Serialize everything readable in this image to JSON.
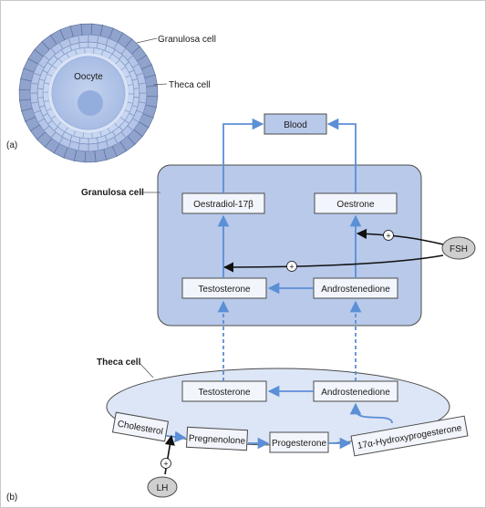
{
  "panel_a": {
    "label": "(a)",
    "oocyte_label": "Oocyte",
    "granulosa_label": "Granulosa cell",
    "theca_label": "Theca cell"
  },
  "panel_b": {
    "label": "(b)",
    "blood": "Blood",
    "granulosa_cell": {
      "label": "Granulosa cell",
      "oestradiol": "Oestradiol-17β",
      "oestrone": "Oestrone",
      "testosterone": "Testosterone",
      "androstenedione": "Androstenedione"
    },
    "theca_cell": {
      "label": "Theca cell",
      "testosterone": "Testosterone",
      "androstenedione": "Androstenedione",
      "cholesterol": "Cholesterol",
      "pregnenolone": "Pregnenolone",
      "progesterone": "Progesterone",
      "hydroxyprogesterone": "17α-Hydroxyprogesterone"
    },
    "fsh": "FSH",
    "lh": "LH",
    "plus_sign": "+"
  },
  "colors": {
    "flow_arrow": "#5b8fd6",
    "granulosa_fill": "#b8c9ea",
    "theca_fill": "#dde6f6",
    "box_fill": "#f2f5fb",
    "hormone_fill": "#cfcfcf",
    "stimulatory_arrow": "#111111"
  }
}
